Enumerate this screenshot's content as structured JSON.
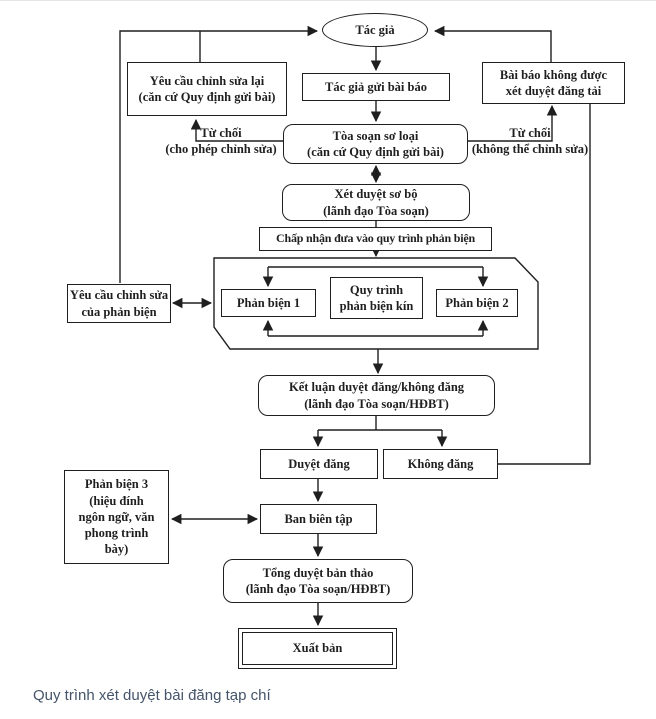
{
  "caption": "Quy trình xét duyệt bài đăng tạp chí",
  "colors": {
    "line": "#1f1f1f",
    "node_background": "#ffffff",
    "caption_text": "#44546a"
  },
  "nodes": {
    "author": {
      "label": "Tác giả"
    },
    "submit": {
      "label": "Tác giả gửi bài báo"
    },
    "request_edit": {
      "label": "Yêu cầu chỉnh sửa lại\n(căn cứ Quy định gửi bài)"
    },
    "rejected_article": {
      "label": "Bài báo không được\nxét duyệt đăng tải"
    },
    "triage": {
      "label": "Tòa soạn sơ loại\n(căn cứ Quy định gửi bài)"
    },
    "refuse_left": {
      "label": "Từ chối\n(cho phép chỉnh sửa)"
    },
    "refuse_right": {
      "label": "Từ chối\n(không thể chỉnh sửa)"
    },
    "prelim_review": {
      "label": "Xét duyệt sơ bộ\n(lãnh đạo Tòa soạn)"
    },
    "accept": {
      "label": "Chấp nhận đưa vào quy trình phản biện"
    },
    "reviewer1": {
      "label": "Phản biện 1"
    },
    "blind_process": {
      "label": "Quy trình\nphản biện kín"
    },
    "reviewer2": {
      "label": "Phản biện 2"
    },
    "reviewer_request": {
      "label": "Yêu cầu chỉnh sửa\ncủa phản biện"
    },
    "conclusion": {
      "label": "Kết luận duyệt đăng/không đăng\n(lãnh đạo Tòa soạn/HĐBT)"
    },
    "approve": {
      "label": "Duyệt đăng"
    },
    "reject": {
      "label": "Không đăng"
    },
    "reviewer3": {
      "label": "Phản biện 3\n(hiệu đính\nngôn ngữ, văn\nphong trình\nbày)"
    },
    "editorial_board": {
      "label": "Ban biên tập"
    },
    "final_review": {
      "label": "Tổng duyệt bản thảo\n(lãnh đạo Tòa soạn/HĐBT)"
    },
    "publish": {
      "label": "Xuất bản"
    }
  }
}
